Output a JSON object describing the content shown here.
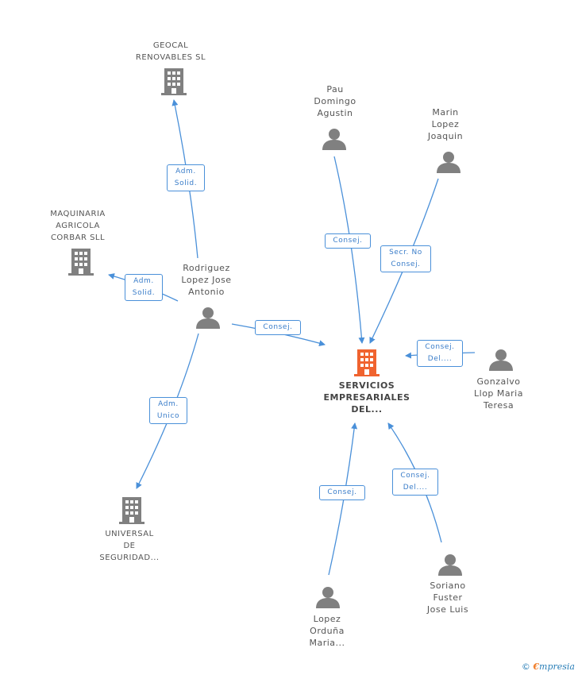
{
  "nodes": {
    "geocal": "GEOCAL\nRENOVABLES SL",
    "maquinaria": "MAQUINARIA\nAGRICOLA\nCORBAR SLL",
    "rodriguez": "Rodriguez\nLopez Jose\nAntonio",
    "universal": "UNIVERSAL\nDE\nSEGURIDAD...",
    "pau": "Pau\nDomingo\nAgustin",
    "marin": "Marin\nLopez\nJoaquin",
    "servicios": "SERVICIOS\nEMPRESARIALES\nDEL...",
    "gonzalvo": "Gonzalvo\nLlop Maria\nTeresa",
    "soriano": "Soriano\nFuster\nJose Luis",
    "lopez": "Lopez\nOrduña\nMaria..."
  },
  "edges": {
    "rodriguez_geocal": "Adm.\nSolid.",
    "rodriguez_maquinaria": "Adm.\nSolid.",
    "rodriguez_servicios": "Consej.",
    "rodriguez_universal": "Adm.\nUnico",
    "pau_servicios": "Consej.",
    "marin_servicios": "Secr.  No\nConsej.",
    "gonzalvo_servicios": "Consej.\nDel....",
    "lopez_servicios": "Consej.",
    "soriano_servicios": "Consej.\nDel...."
  },
  "colors": {
    "edge": "#4a90d9",
    "node_icon": "#808080",
    "center_icon": "#f0632f"
  },
  "brand": {
    "copyright": "©",
    "e": "€",
    "rest": "mpresia"
  }
}
